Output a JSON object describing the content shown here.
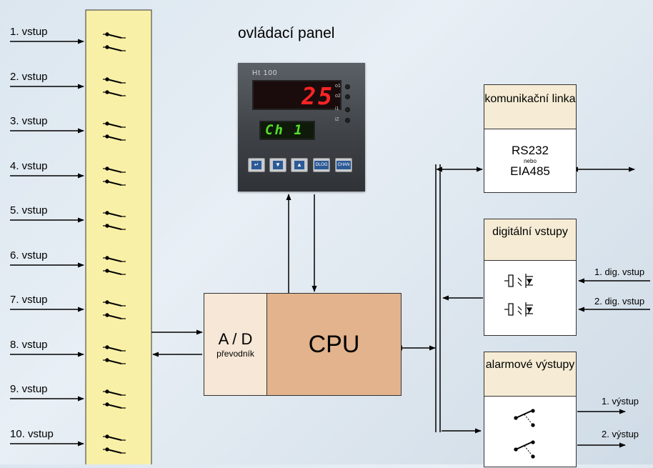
{
  "inputs": [
    "1. vstup",
    "2. vstup",
    "3. vstup",
    "4. vstup",
    "5. vstup",
    "6. vstup",
    "7. vstup",
    "8. vstup",
    "9. vstup",
    "10. vstup"
  ],
  "panel": {
    "title": "ovládací panel",
    "brand": "Ht 100",
    "display_main": "25",
    "display_sub": "Ch 1",
    "leds": [
      "o1",
      "o2",
      "i1",
      "i2"
    ],
    "buttons": [
      "↵",
      "▼",
      "▲",
      "DLOG",
      "CHAN"
    ]
  },
  "ad": {
    "title": "A / D",
    "subtitle": "převodník"
  },
  "cpu": {
    "label": "CPU"
  },
  "comm": {
    "title": "komunikační linka",
    "line1": "RS232",
    "line2": "nebo",
    "line3": "EIA485"
  },
  "dig": {
    "title": "digitální vstupy",
    "inputs": [
      "1. dig. vstup",
      "2. dig. vstup"
    ]
  },
  "alarm": {
    "title": "alarmové výstupy",
    "outputs": [
      "1. výstup",
      "2. výstup"
    ]
  },
  "colors": {
    "switch_bar": "#f9f0a7",
    "ad": "#f6e7d6",
    "cpu": "#e2b38c",
    "module_head": "#f6ecd5",
    "module_body": "#ffffff"
  }
}
